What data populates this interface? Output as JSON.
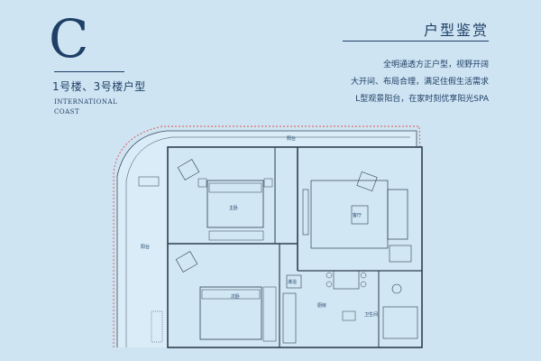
{
  "header": {
    "letter": "C",
    "buildings": "1号楼、3号楼户型",
    "en_line1": "INTERNATIONAL",
    "en_line2": "COAST",
    "title": "户型鉴赏"
  },
  "features": [
    "全明通透方正户型，视野开阔",
    "大开间、布局合理，满足住假生活需求",
    "L型观景阳台，在家时刻优享阳光SPA"
  ],
  "plan": {
    "rooms": {
      "balcony_top": "阳台",
      "balcony_side": "阳台",
      "bedroom_master": "主卧",
      "bedroom_second": "次卧",
      "living": "客厅",
      "kitchen": "厨房",
      "bathroom": "卫生间",
      "shower": "淋浴"
    }
  }
}
